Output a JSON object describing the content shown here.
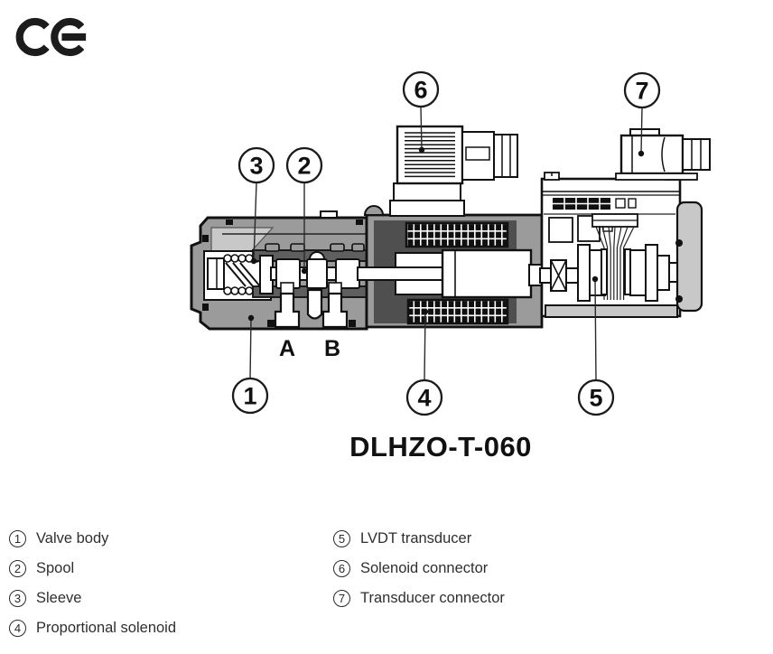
{
  "palette": {
    "ink": "#1a1a1a",
    "body-gray": "#9b9b9b",
    "light-gray": "#c8c8c8",
    "panel-gray": "#bdbdbd",
    "mid-gray": "#5f5f5f",
    "dark-gray": "#4f4f4f",
    "text": "#2f2f2f",
    "bg": "#ffffff"
  },
  "logo": {
    "label": "CE"
  },
  "title": "DLHZO-T-060",
  "diagram": {
    "port_labels": {
      "a": "A",
      "b": "B"
    },
    "callouts": [
      {
        "num": "1"
      },
      {
        "num": "2"
      },
      {
        "num": "3"
      },
      {
        "num": "4"
      },
      {
        "num": "5"
      },
      {
        "num": "6"
      },
      {
        "num": "7"
      }
    ]
  },
  "legend": {
    "items": [
      {
        "num": "1",
        "label": "Valve body"
      },
      {
        "num": "2",
        "label": "Spool"
      },
      {
        "num": "3",
        "label": "Sleeve"
      },
      {
        "num": "4",
        "label": "Proportional solenoid"
      },
      {
        "num": "5",
        "label": "LVDT transducer"
      },
      {
        "num": "6",
        "label": "Solenoid connector"
      },
      {
        "num": "7",
        "label": "Transducer connector"
      }
    ]
  }
}
